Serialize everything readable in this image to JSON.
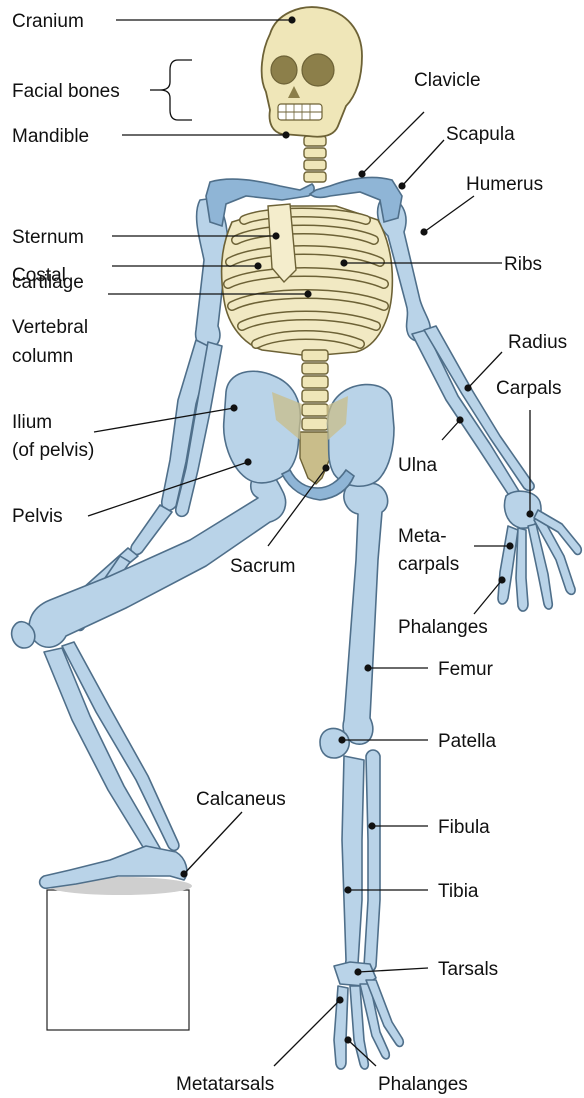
{
  "figure": {
    "labels": {
      "cranium": "Cranium",
      "facial_bones": "Facial bones",
      "mandible": "Mandible",
      "clavicle": "Clavicle",
      "scapula": "Scapula",
      "humerus": "Humerus",
      "sternum": "Sternum",
      "costal_cartilage_1": "Costal",
      "costal_cartilage_2": "cartilage",
      "ribs": "Ribs",
      "vertebral_column_1": "Vertebral",
      "vertebral_column_2": "column",
      "radius": "Radius",
      "carpals": "Carpals",
      "ilium_1": "Ilium",
      "ilium_2": "(of pelvis)",
      "ulna": "Ulna",
      "pelvis": "Pelvis",
      "metacarpals_1": "Meta-",
      "metacarpals_2": "carpals",
      "sacrum": "Sacrum",
      "phalanges_hand": "Phalanges",
      "femur": "Femur",
      "patella": "Patella",
      "calcaneus": "Calcaneus",
      "fibula": "Fibula",
      "tibia": "Tibia",
      "tarsals": "Tarsals",
      "metatarsals": "Metatarsals",
      "phalanges_foot": "Phalanges"
    },
    "colors": {
      "bone": "#b9d3e8",
      "skull": "#efe6b8",
      "leader": "#111111"
    }
  }
}
